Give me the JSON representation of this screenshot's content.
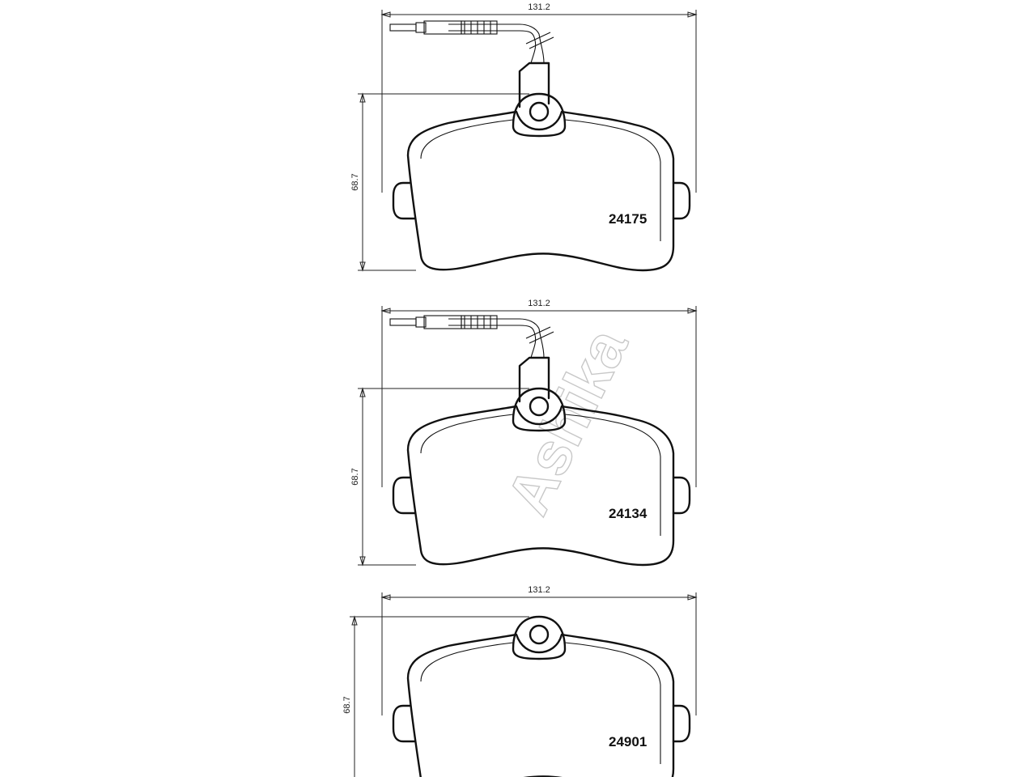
{
  "watermark": "Ashika",
  "pads": [
    {
      "id": "pad-1",
      "code": "24175",
      "width_label": "131.2",
      "height_label": "68.7",
      "has_sensor": true
    },
    {
      "id": "pad-2",
      "code": "24134",
      "width_label": "131.2",
      "height_label": "68.7",
      "has_sensor": true
    },
    {
      "id": "pad-3",
      "code": "24901",
      "width_label": "131.2",
      "height_label": "68.7",
      "has_sensor": false
    }
  ],
  "colors": {
    "line": "#111111",
    "dimension": "#222222",
    "watermark": "#c8c8c8",
    "background": "#ffffff"
  }
}
